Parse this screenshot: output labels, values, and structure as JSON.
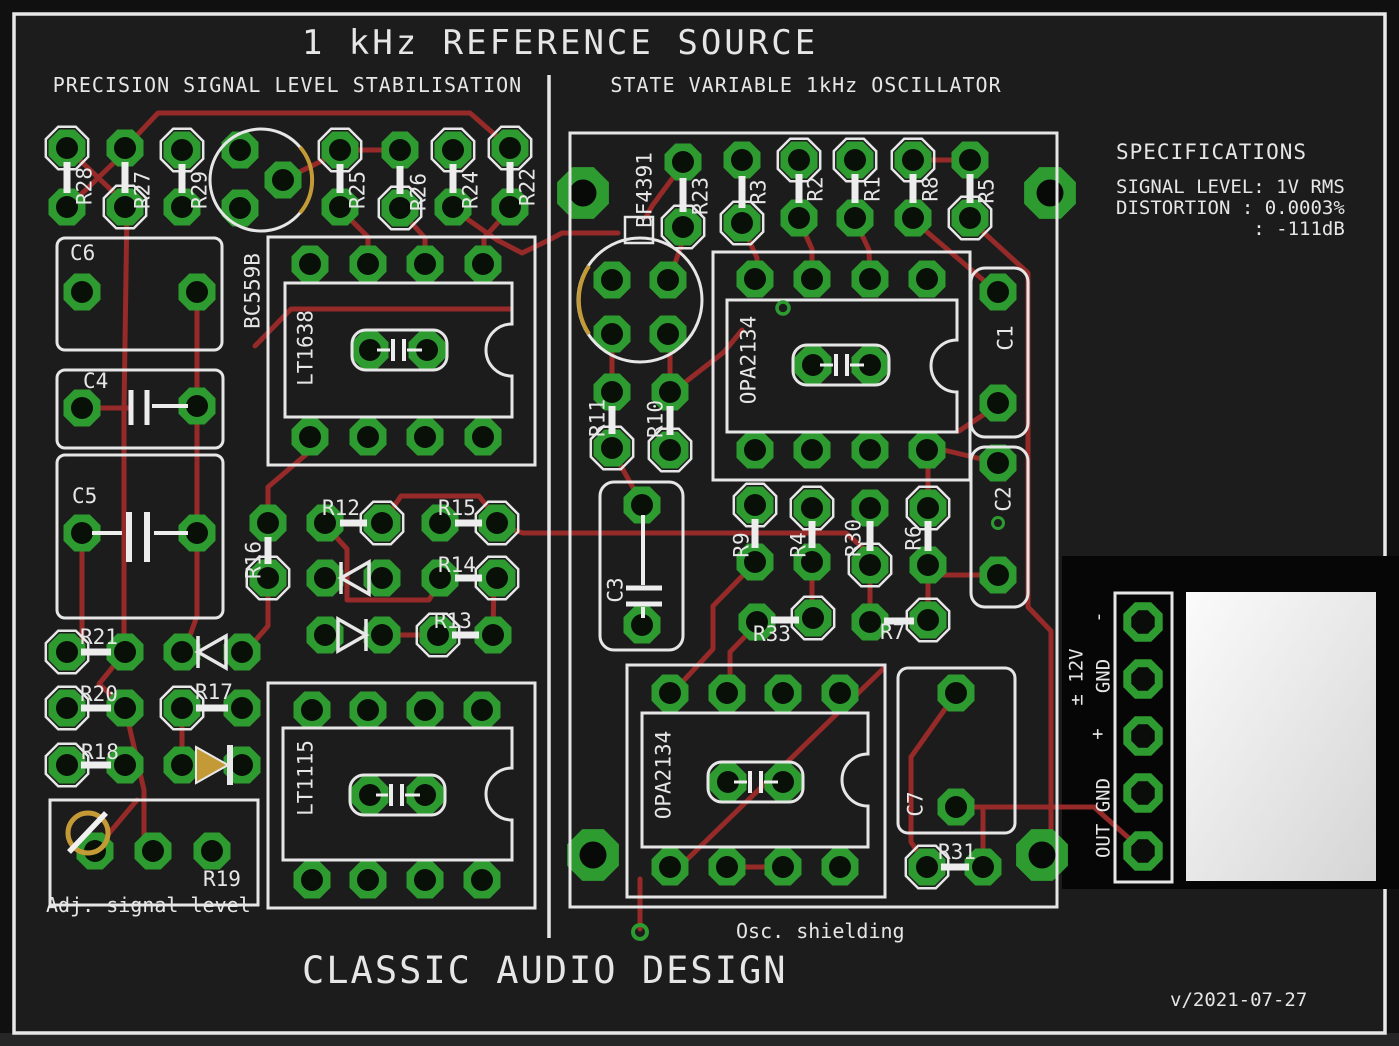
{
  "board": {
    "title": "1 kHz REFERENCE SOURCE",
    "section_left": "PRECISION SIGNAL LEVEL STABILISATION",
    "section_right": "STATE VARIABLE 1kHz OSCILLATOR",
    "brand": "CLASSIC AUDIO DESIGN",
    "version": "v/2021-07-27",
    "adj_note": "Adj. signal level",
    "shield_note": "Osc. shielding"
  },
  "specifications": {
    "heading": "SPECIFICATIONS",
    "line1": "SIGNAL LEVEL: 1V RMS",
    "line2": "DISTORTION : 0.0003%",
    "line3": "            : -111dB"
  },
  "connector": {
    "supply_label": "± 12V",
    "pin1": "-",
    "pin2": "GND",
    "pin3": "+",
    "pin45": "OUT GND"
  },
  "components": {
    "r1": "R1",
    "r2": "R2",
    "r3": "R3",
    "r4": "R4",
    "r5": "R5",
    "r6": "R6",
    "r7": "R7",
    "r8": "R8",
    "r9": "R9",
    "r10": "R10",
    "r11": "R11",
    "r12": "R12",
    "r13": "R13",
    "r14": "R14",
    "r15": "R15",
    "r16": "R16",
    "r17": "R17",
    "r18": "R18",
    "r19": "R19",
    "r20": "R20",
    "r21": "R21",
    "r22": "R22",
    "r23": "R23",
    "r24": "R24",
    "r25": "R25",
    "r26": "R26",
    "r27": "R27",
    "r28": "R28",
    "r29": "R29",
    "r30": "R30",
    "r31": "R31",
    "r33": "R33",
    "c1": "C1",
    "c2": "C2",
    "c3": "C3",
    "c4": "C4",
    "c5": "C5",
    "c6": "C6",
    "c7": "C7",
    "q_bc559b": "BC559B",
    "q_bf4391": "BF4391",
    "ic_lt1638": "LT1638",
    "ic_lt1115": "LT1115",
    "ic_opa2134_top": "OPA2134",
    "ic_opa2134_bottom": "OPA2134"
  },
  "colors": {
    "background": "#1c1c1c",
    "silkscreen": "#e6e6e6",
    "copper_trace": "#952a28",
    "pad_green": "#2e9b30",
    "gold": "#c49a36",
    "label_plate": "#e9e9e9"
  }
}
